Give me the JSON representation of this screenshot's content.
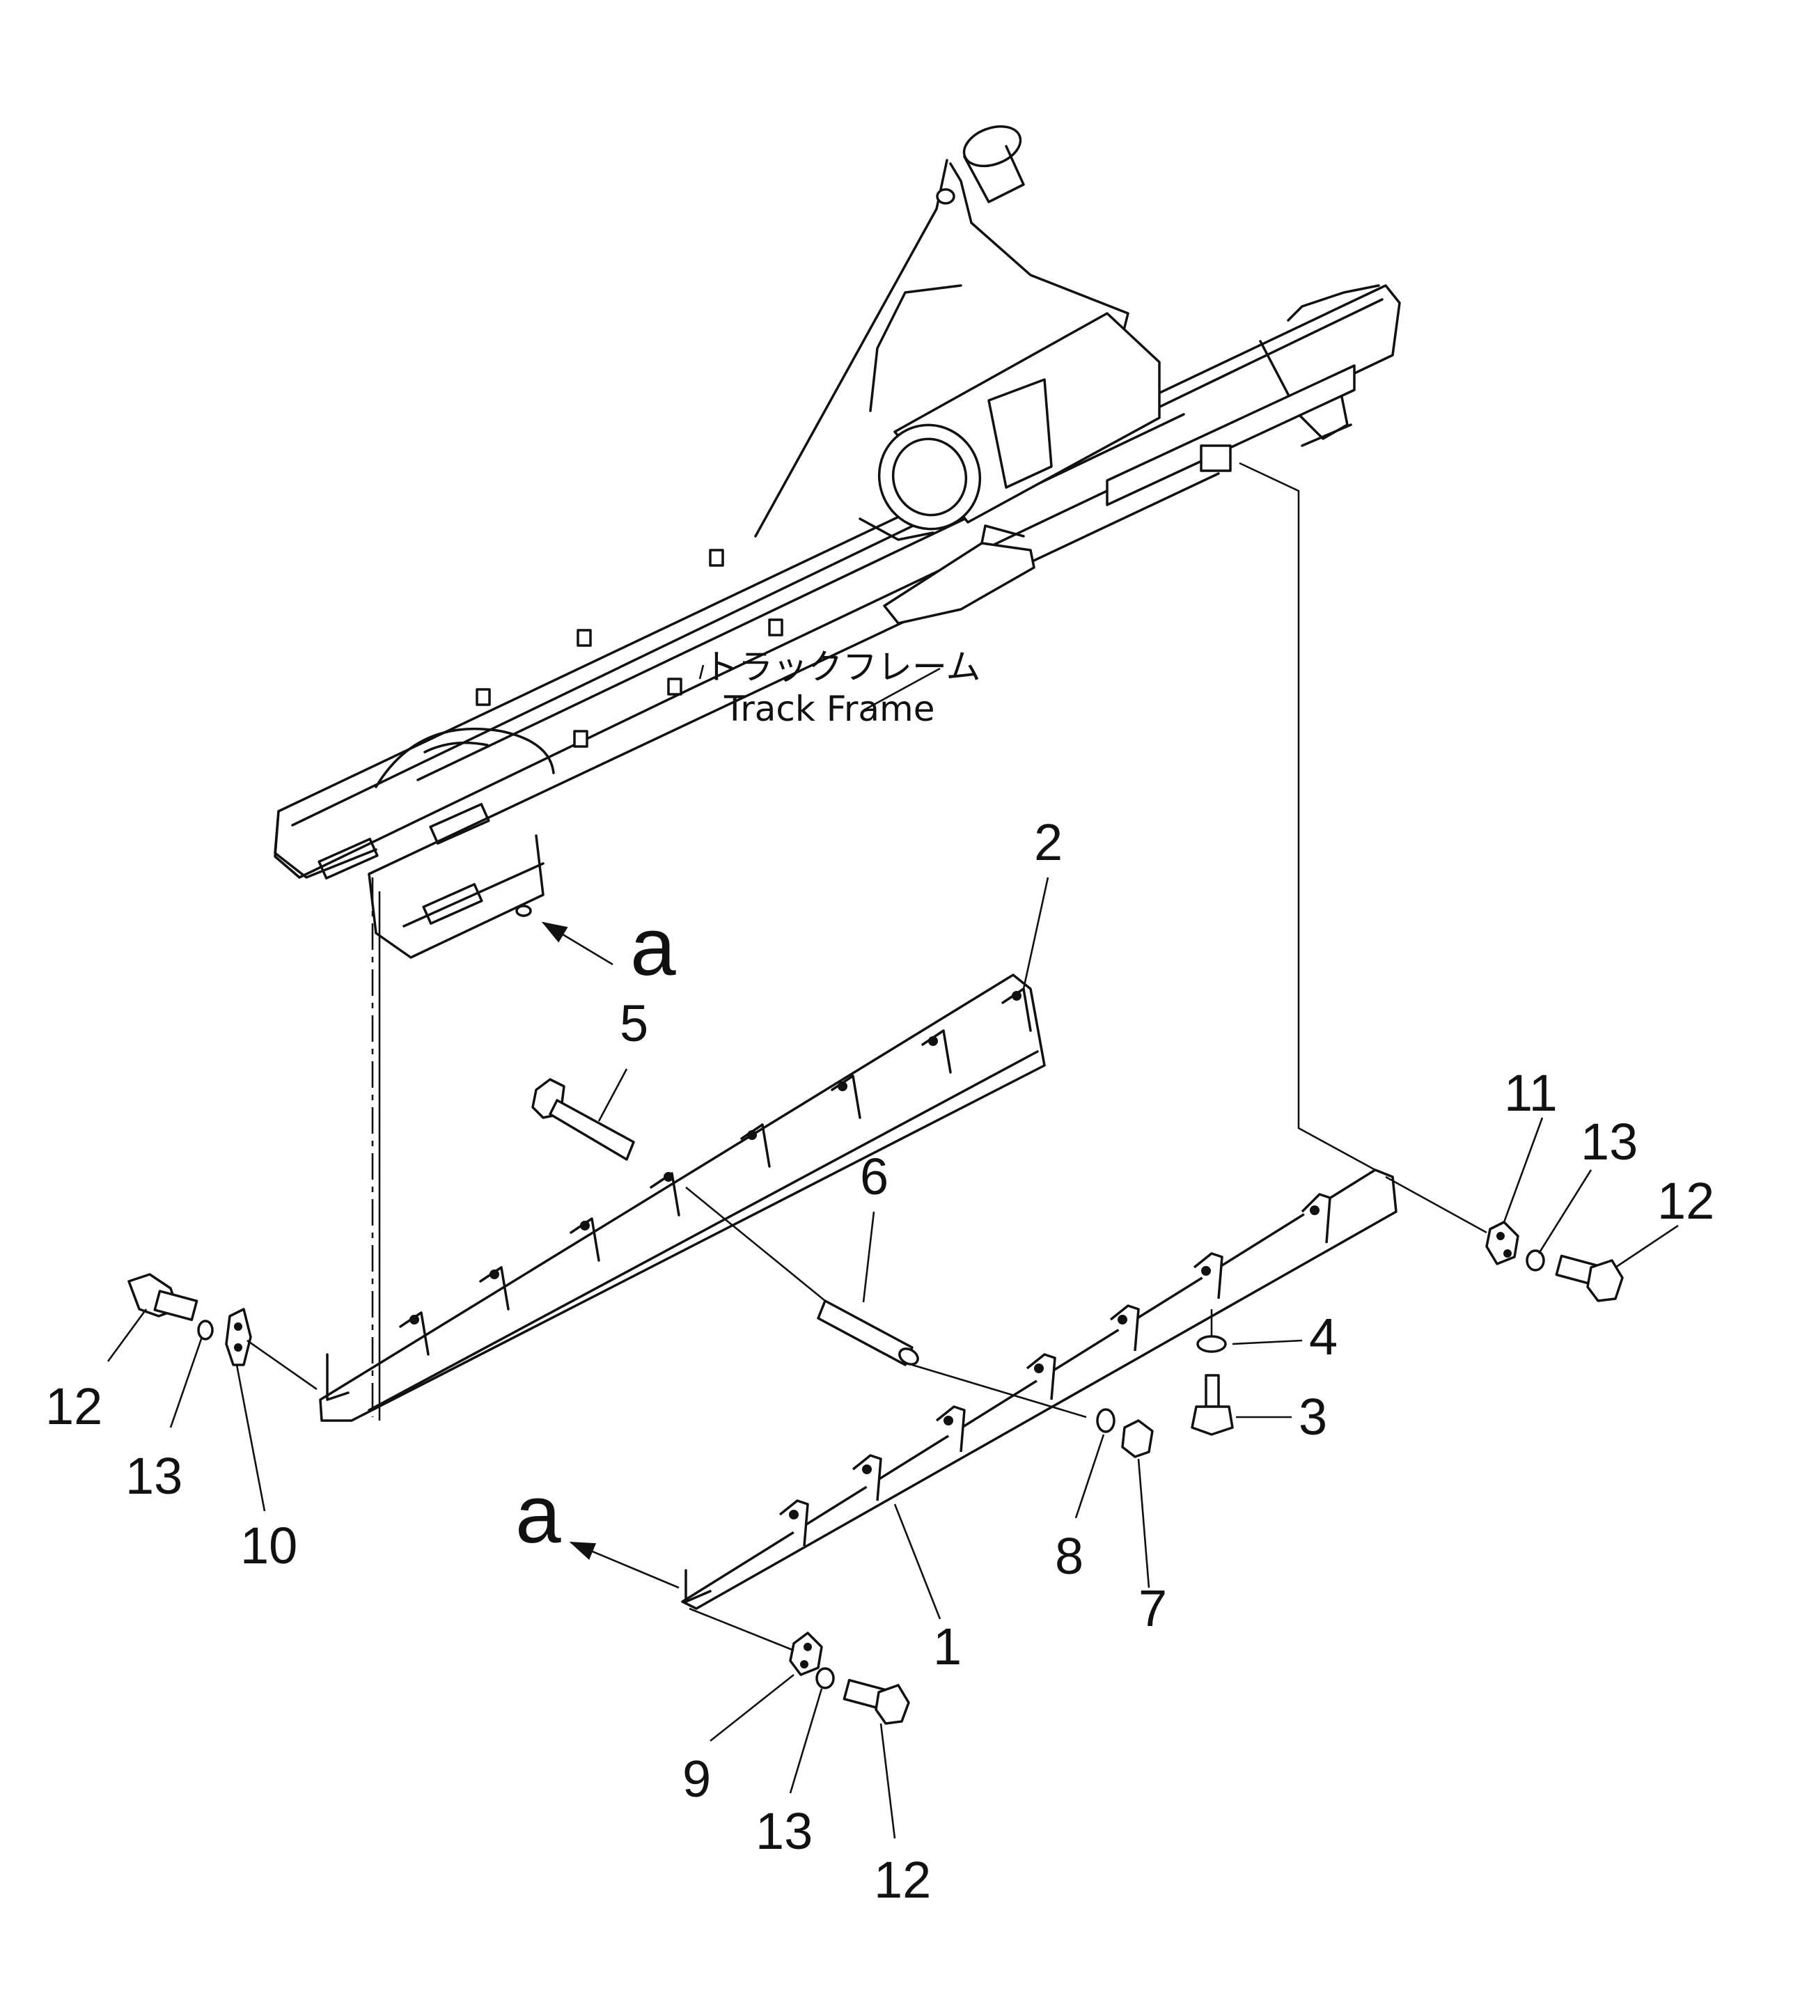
{
  "labels": {
    "track_frame_jp": "トラックフレーム",
    "track_frame_en": "Track Frame"
  },
  "view_marker": "a",
  "callouts": {
    "p1": "1",
    "p2": "2",
    "p3": "3",
    "p4": "4",
    "p5": "5",
    "p6": "6",
    "p7": "7",
    "p8": "8",
    "p9": "9",
    "p10": "10",
    "p11": "11",
    "p12": "12",
    "p13": "13"
  },
  "colors": {
    "ink": "#111111",
    "paper": "#ffffff"
  }
}
